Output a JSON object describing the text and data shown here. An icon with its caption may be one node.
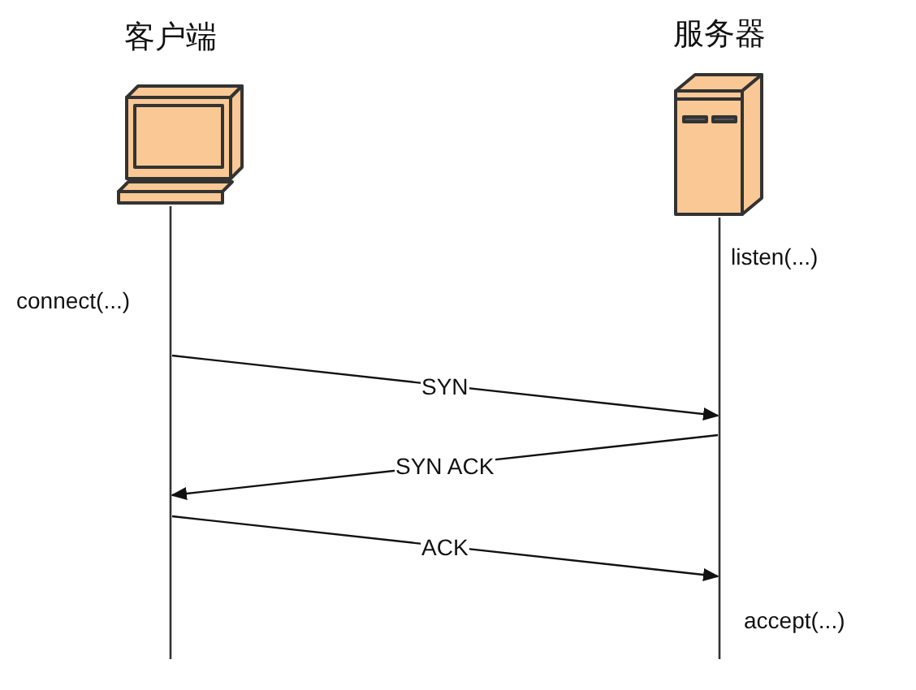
{
  "diagram": {
    "nodes": [
      {
        "text": [
          "客户端"
        ]
      },
      {
        "text": [
          "服务器"
        ]
      },
      {
        "text": [],
        "shape": "bar"
      },
      {
        "text": [],
        "shape": "bar"
      }
    ],
    "edges": [
      {
        "from": 2,
        "to": 3,
        "arrow": "to",
        "label": "SYN"
      },
      {
        "from": 3,
        "to": 2,
        "arrow": "to",
        "label": "SYN ACK"
      },
      {
        "from": 2,
        "to": 3,
        "arrow": "to",
        "label": "ACK"
      }
    ],
    "labels": [
      "connect(...)",
      "listen(...)",
      "accept(...)"
    ]
  }
}
